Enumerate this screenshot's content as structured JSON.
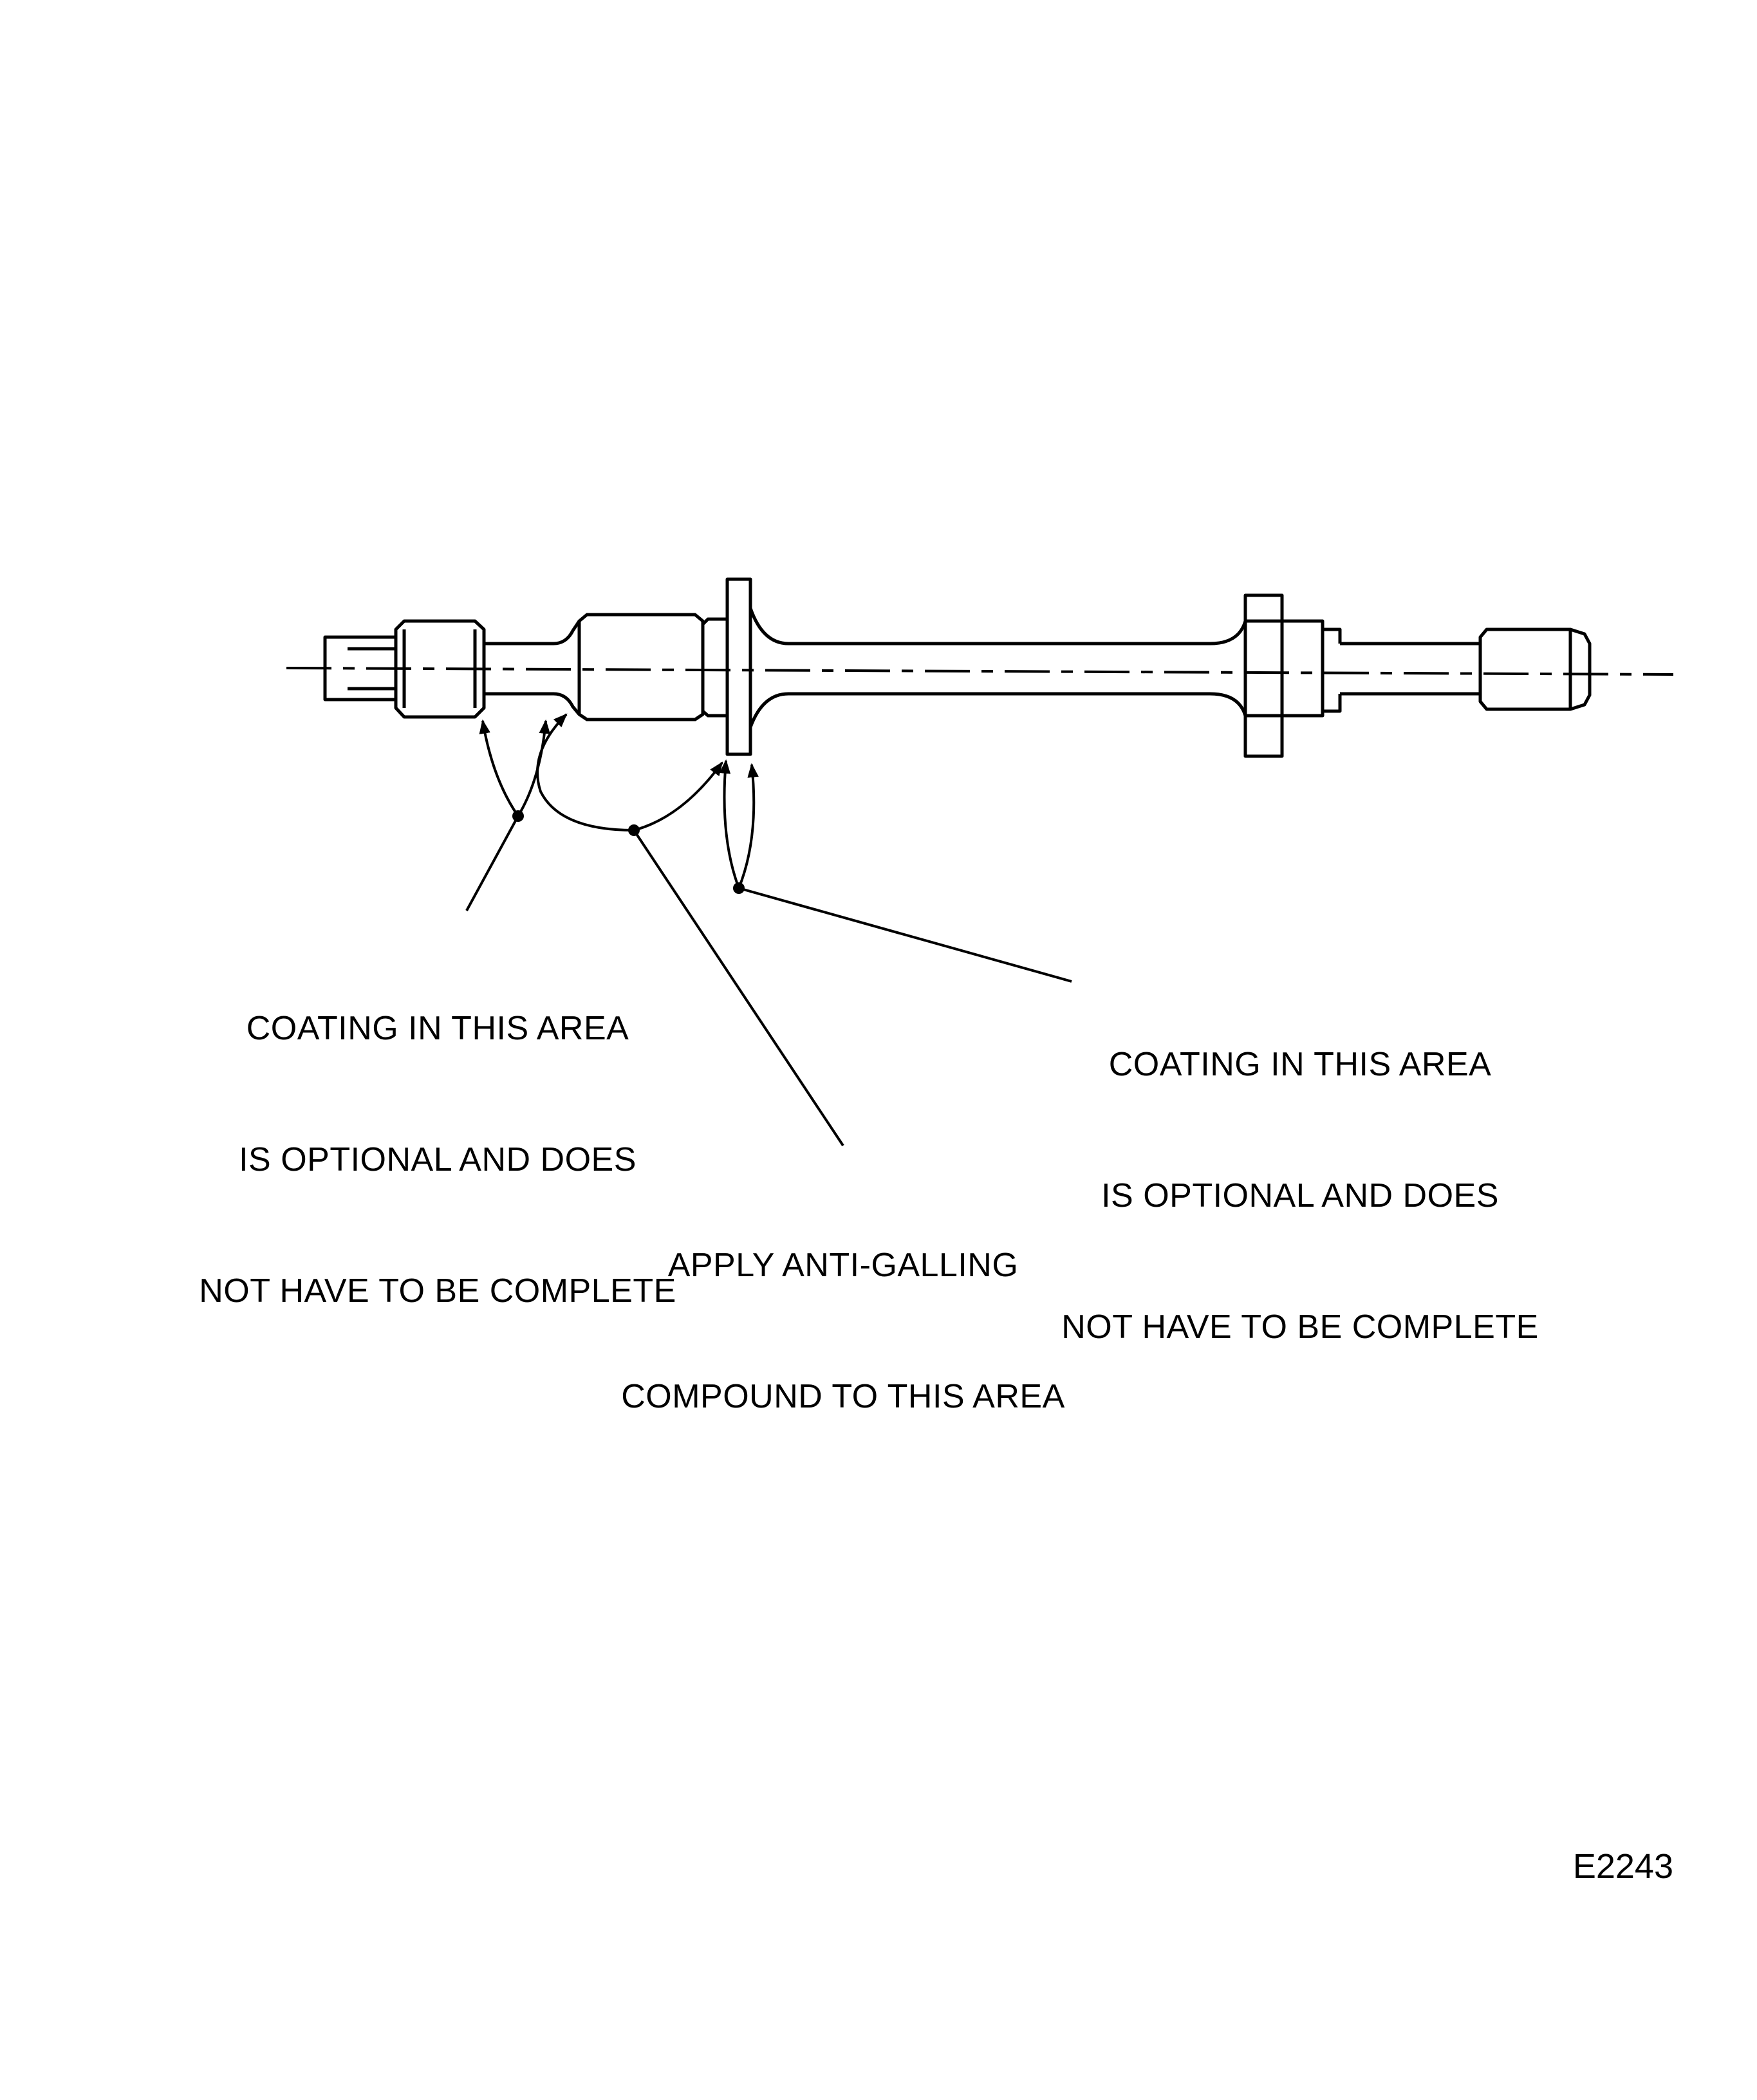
{
  "figure": {
    "id": "E2243",
    "line_color": "#000000",
    "background": "#ffffff"
  },
  "callouts": {
    "left": {
      "lines": [
        "COATING IN THIS AREA",
        "IS OPTIONAL AND DOES",
        "NOT HAVE TO BE COMPLETE"
      ]
    },
    "right": {
      "lines": [
        "COATING IN THIS AREA",
        "IS OPTIONAL AND DOES",
        "NOT HAVE TO BE COMPLETE"
      ]
    },
    "center": {
      "lines": [
        "APPLY ANTI-GALLING",
        "COMPOUND TO THIS AREA"
      ]
    }
  },
  "icons": {
    "shaft": "shaft-drawing-icon",
    "arrowhead": "arrowhead-icon"
  }
}
